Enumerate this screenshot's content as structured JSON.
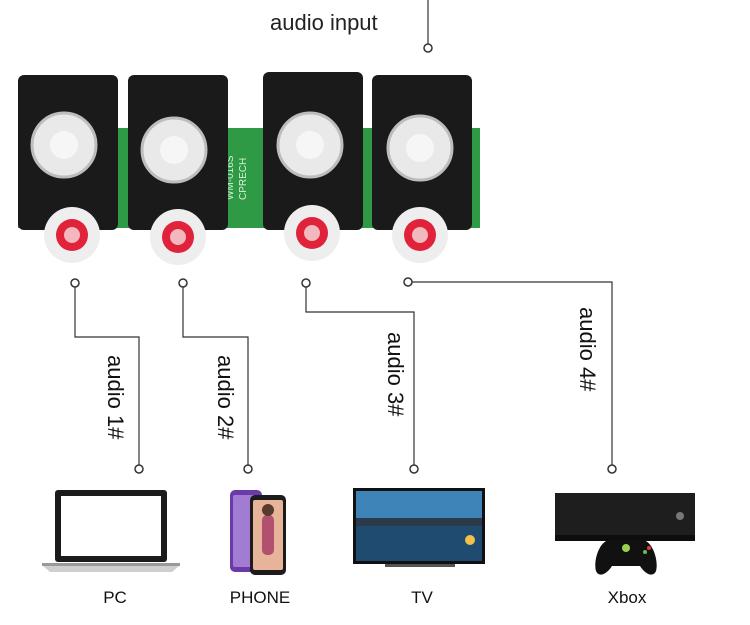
{
  "title": "audio input",
  "board": {
    "silkscreen": [
      "WM-016S",
      "CPRECH"
    ]
  },
  "channels": [
    {
      "label": "audio 1#"
    },
    {
      "label": "audio 2#"
    },
    {
      "label": "audio 3#"
    },
    {
      "label": "audio 4#"
    }
  ],
  "devices": [
    {
      "label": "PC",
      "icon": "laptop-icon"
    },
    {
      "label": "PHONE",
      "icon": "smartphone-icon"
    },
    {
      "label": "TV",
      "icon": "tv-icon"
    },
    {
      "label": "Xbox",
      "icon": "game-console-icon"
    }
  ],
  "colors": {
    "jack_white": "#e6e6e6",
    "jack_red": "#e0233b",
    "board": "#2e8b3a",
    "line": "#333333"
  }
}
